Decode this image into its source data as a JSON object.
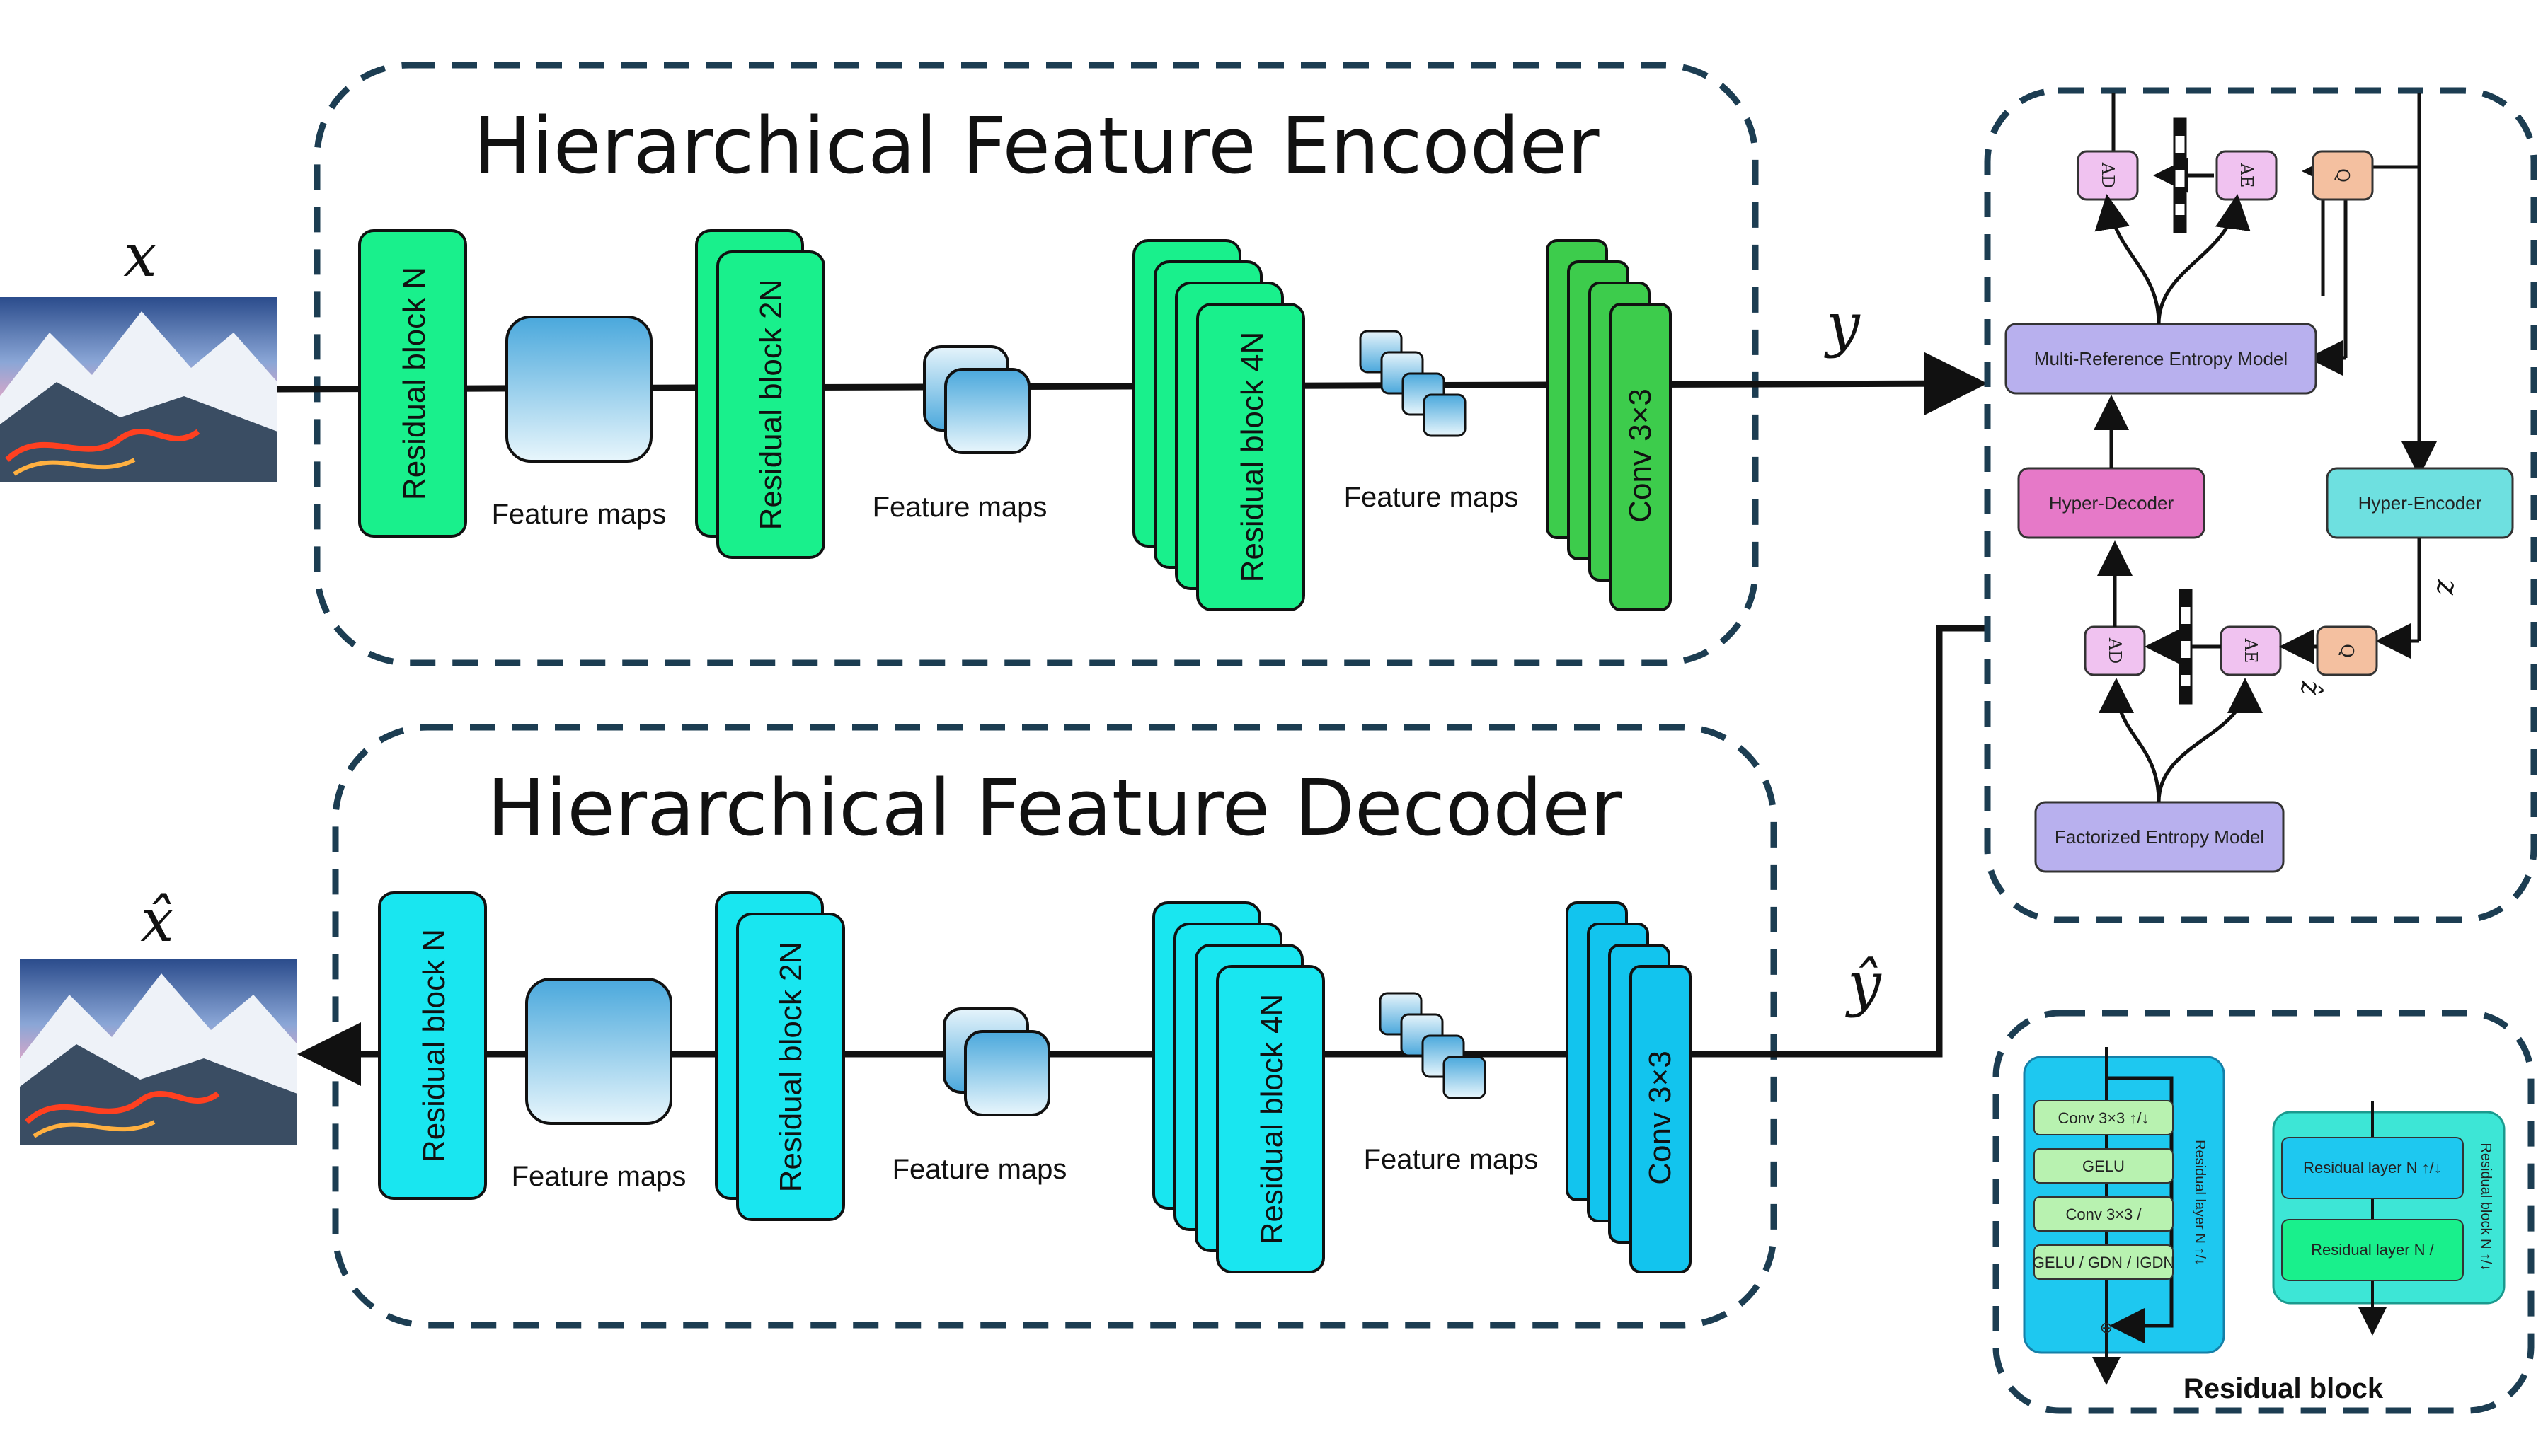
{
  "encoder": {
    "title": "Hierarchical Feature Encoder",
    "input_symbol": "x",
    "output_symbol": "y",
    "blocks": [
      "Residual block N",
      "Residual block 2N",
      "Residual block 4N",
      "Conv 3×3"
    ],
    "feature_label": "Feature maps"
  },
  "decoder": {
    "title": "Hierarchical Feature Decoder",
    "output_symbol": "x̂",
    "input_symbol": "ŷ",
    "blocks": [
      "Residual block N",
      "Residual block 2N",
      "Residual block 4N",
      "Conv 3×3"
    ],
    "feature_label": "Feature maps"
  },
  "entropy": {
    "mrem": "Multi-Reference Entropy Model",
    "hyper_decoder": "Hyper-Decoder",
    "hyper_encoder": "Hyper-Encoder",
    "fem": "Factorized Entropy Model",
    "ad": "AD",
    "ae": "AE",
    "q": "Q",
    "z": "z",
    "zhat": "ẑ"
  },
  "residual_block": {
    "title": "Residual block",
    "left_layers": [
      "Conv 3×3 ↑/↓",
      "GELU",
      "Conv 3×3 /",
      "GELU / GDN / IGDN"
    ],
    "left_side_label": "Residual layer N ↑/↓",
    "right_layers": [
      "Residual layer N ↑/↓",
      "Residual layer N /"
    ],
    "right_side_label": "Residual block N ↑/↓",
    "sum_symbol": "⊕"
  },
  "colors": {
    "encoder_block": "#19f08c",
    "encoder_conv": "#3dcc4c",
    "decoder_block": "#19e6f0",
    "decoder_conv": "#12c4ee",
    "dash_border": "#1c3d52",
    "mrem_fill": "#b8b0ee",
    "hyper_decoder_fill": "#e679c8",
    "hyper_encoder_fill": "#6ee0e0",
    "ad_ae_fill": "#f0c2f0",
    "q_fill": "#f4c0a0",
    "rb_left_fill": "#1ec8f0",
    "rb_right_fill": "#3de6d6",
    "rb_layer_fill": "#b8f2b0"
  }
}
